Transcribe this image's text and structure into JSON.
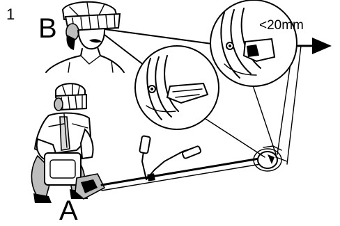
{
  "figure": {
    "number": "1",
    "label_b": "B",
    "label_a": "A",
    "distance_label": "<20mm"
  },
  "icons": {
    "observer": "person-with-helmet-and-visor-icon",
    "operator": "crouching-operator-with-trimmer-icon",
    "trimmer": "brush-cutter-icon",
    "detail_near": "cutting-head-detail-magnifier-icon",
    "detail_far": "cutting-head-closeup-magnifier-icon",
    "direction": "right-arrow-icon"
  }
}
